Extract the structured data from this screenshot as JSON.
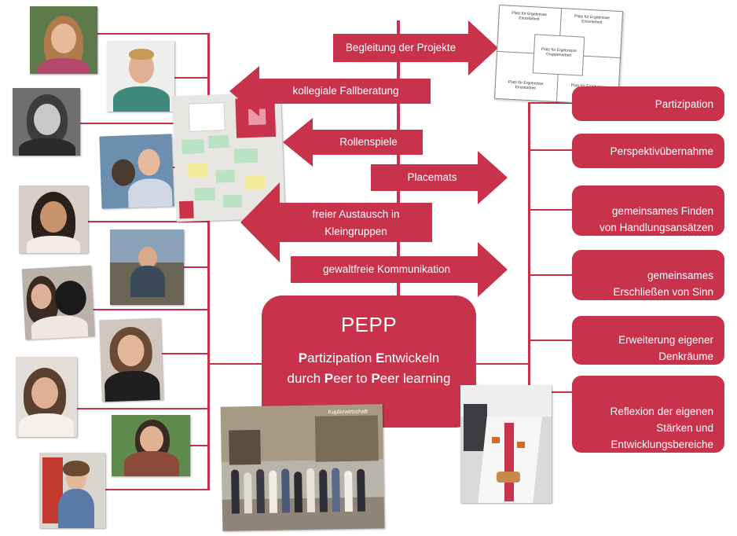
{
  "top_arrows": [
    {
      "id": "begleitung",
      "label": "Begleitung der Projekte",
      "direction": "right"
    },
    {
      "id": "fallberatung",
      "label": "kollegiale Fallberatung",
      "direction": "left"
    },
    {
      "id": "rollenspiele",
      "label": "Rollenspiele",
      "direction": "left"
    },
    {
      "id": "placemats",
      "label": "Placemats",
      "direction": "right"
    },
    {
      "id": "austausch",
      "label_line1": "freier Austausch in",
      "label_line2": "Kleingruppen",
      "direction": "left"
    },
    {
      "id": "gfk",
      "label": "gewaltfreie Kommunikation",
      "direction": "right"
    }
  ],
  "center": {
    "title": "PEPP",
    "line1_parts": [
      "P",
      "artizipation ",
      "E",
      "ntwickeln"
    ],
    "line2_parts": [
      "durch ",
      "P",
      "eer to ",
      "P",
      "eer ",
      "learning"
    ]
  },
  "right_boxes": [
    {
      "line1": "Partizipation",
      "line2": ""
    },
    {
      "line1": "Perspektivübernahme",
      "line2": ""
    },
    {
      "line1": "gemeinsames Finden",
      "line2": "von Handlungsansätzen"
    },
    {
      "line1": "gemeinsames",
      "line2": "Erschließen von Sinn"
    },
    {
      "line1": "Erweiterung eigener",
      "line2": "Denkräume"
    },
    {
      "line1": "Reflexion der eigenen",
      "line2": "Stärken und",
      "line3": "Entwicklungsbereiche"
    }
  ],
  "placemat": {
    "tl": "Platz für Ergebnisse Einzelarbeit",
    "tr": "Platz für Ergebnisse Einzelarbeit",
    "center": "Platz für Ergebnisse Gruppenarbeit",
    "bl": "Platz für Ergebnisse Einzelarbeit",
    "br": "Platz für Ergebnisse Einzelarbeit"
  },
  "photo_sign": "Kupferwirtschaft",
  "colors": {
    "accent": "#c8324a",
    "text_on_accent": "#ffffff",
    "background": "#ffffff"
  }
}
